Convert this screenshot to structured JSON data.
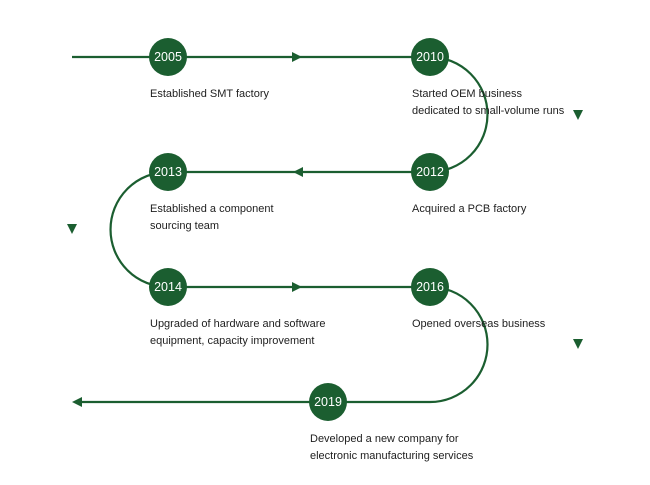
{
  "theme": {
    "line_color": "#1b5e30",
    "badge_color": "#1b5e30",
    "badge_text_color": "#ffffff",
    "text_color": "#1e1e1e"
  },
  "milestones": [
    {
      "year": "2005",
      "text": "Established SMT factory"
    },
    {
      "year": "2010",
      "text": "Started OEM business\ndedicated to small-volume runs"
    },
    {
      "year": "2012",
      "text": "Acquired a PCB factory"
    },
    {
      "year": "2013",
      "text": "Established a component\nsourcing team"
    },
    {
      "year": "2014",
      "text": "Upgraded of hardware and software\nequipment, capacity improvement"
    },
    {
      "year": "2016",
      "text": "Opened overseas business"
    },
    {
      "year": "2019",
      "text": "Developed a new company for\nelectronic manufacturing services"
    }
  ]
}
